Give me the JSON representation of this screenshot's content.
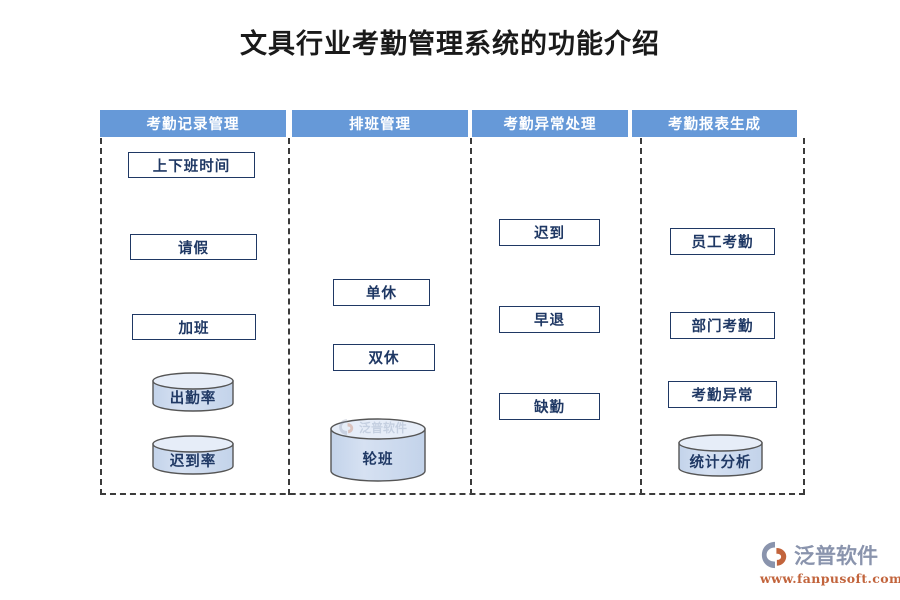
{
  "page": {
    "title": "文具行业考勤管理系统的功能介绍",
    "colors": {
      "header_bar": "#6699d8",
      "node_border": "#1f3864",
      "node_text": "#1f3864",
      "cylinder_fill": "#ccd9ee",
      "cylinder_top": "#dde6f5",
      "cylinder_stroke": "#5a5a5a",
      "frame_dash": "#3b3b3b",
      "title_text": "#1a1a1a"
    }
  },
  "columns": [
    {
      "header": "考勤记录管理",
      "nodes": [
        {
          "label": "上下班时间",
          "shape": "rect"
        },
        {
          "label": "请假",
          "shape": "rect"
        },
        {
          "label": "加班",
          "shape": "rect"
        },
        {
          "label": "出勤率",
          "shape": "cylinder"
        },
        {
          "label": "迟到率",
          "shape": "cylinder"
        }
      ]
    },
    {
      "header": "排班管理",
      "nodes": [
        {
          "label": "单休",
          "shape": "rect"
        },
        {
          "label": "双休",
          "shape": "rect"
        },
        {
          "label": "轮班",
          "shape": "cylinder"
        }
      ]
    },
    {
      "header": "考勤异常处理",
      "nodes": [
        {
          "label": "迟到",
          "shape": "rect"
        },
        {
          "label": "早退",
          "shape": "rect"
        },
        {
          "label": "缺勤",
          "shape": "rect"
        }
      ]
    },
    {
      "header": "考勤报表生成",
      "nodes": [
        {
          "label": "员工考勤",
          "shape": "rect"
        },
        {
          "label": "部门考勤",
          "shape": "rect"
        },
        {
          "label": "考勤异常",
          "shape": "rect"
        },
        {
          "label": "统计分析",
          "shape": "cylinder"
        }
      ]
    }
  ],
  "watermark": {
    "brand": "泛普软件"
  },
  "logo": {
    "brand": "泛普软件",
    "url": "www.fanpusoft.com"
  }
}
